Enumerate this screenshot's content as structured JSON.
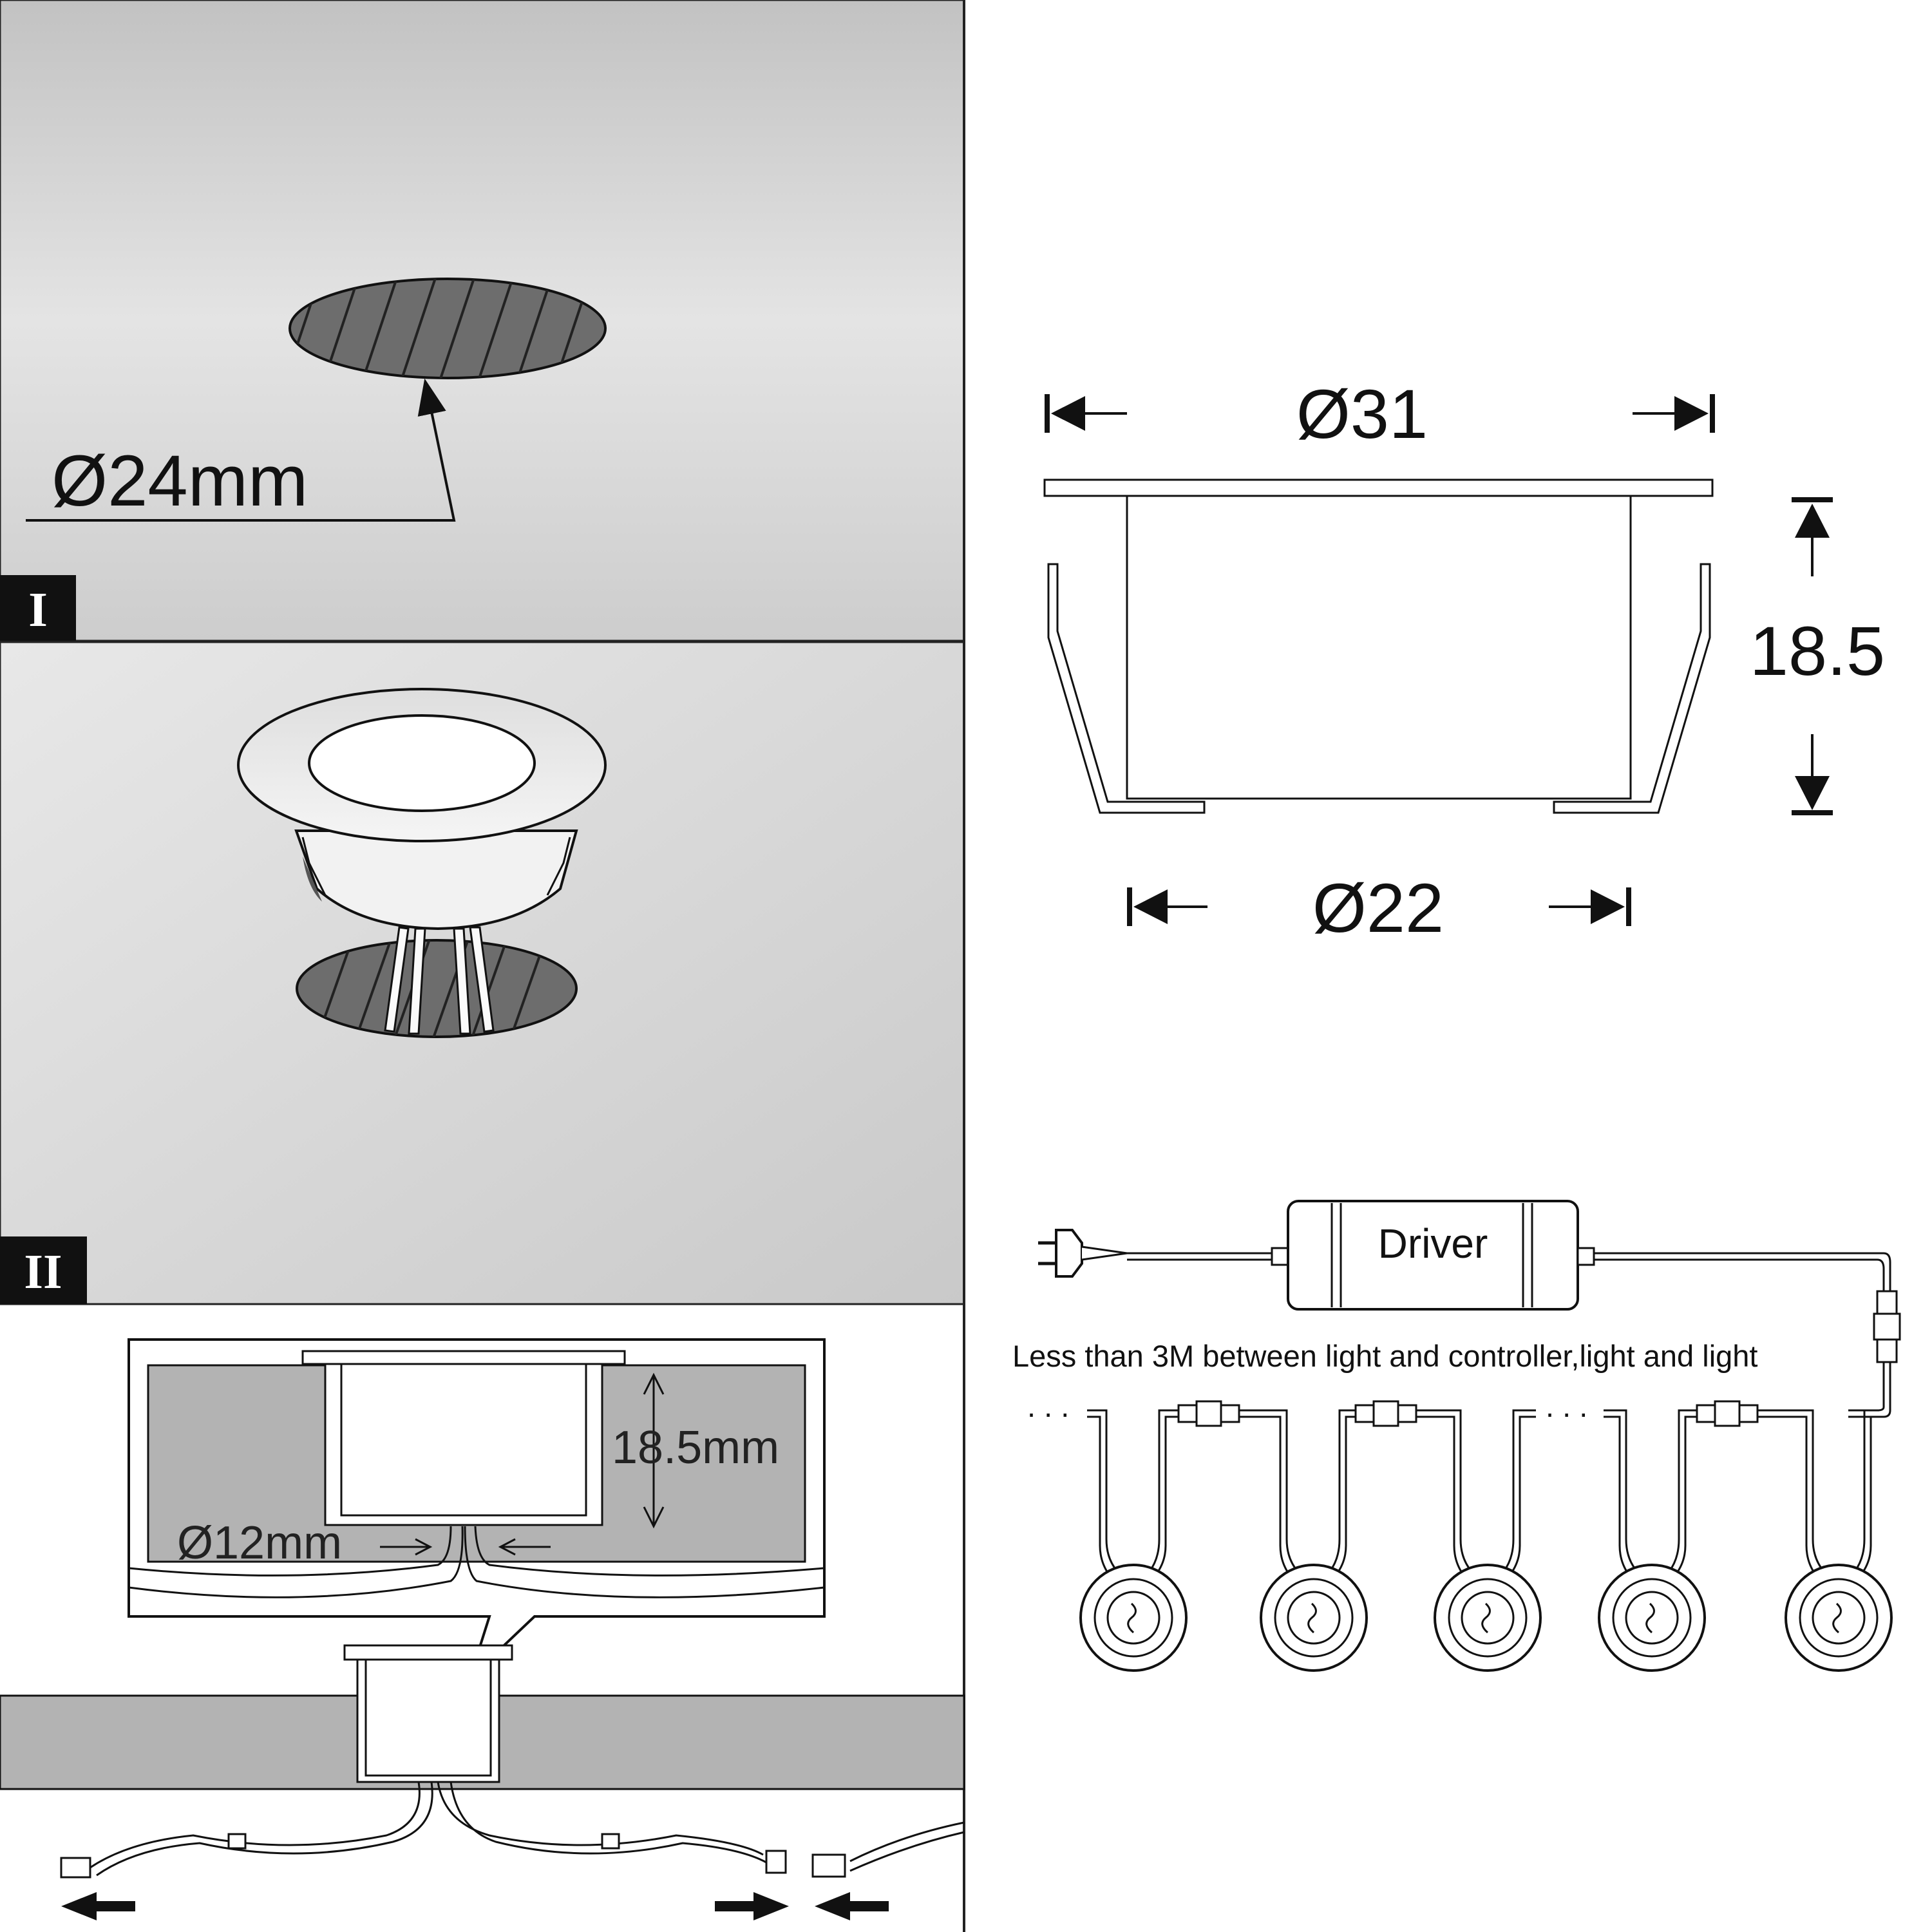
{
  "steps": {
    "one": "I",
    "two": "II"
  },
  "panel_one": {
    "hole_label": "Ø24mm"
  },
  "panel_three": {
    "height_label": "18.5mm",
    "cable_hole_label": "Ø12mm"
  },
  "dimension_drawing": {
    "top_diameter": "Ø31",
    "height": "18.5",
    "bottom_diameter": "Ø22"
  },
  "wiring_diagram": {
    "driver_label": "Driver",
    "note": "Less than 3M between light and controller,light and light"
  },
  "colors": {
    "surface_light": "#e9e9e9",
    "surface_dark": "#b3b3b3",
    "hole_fill": "#6d6d6d",
    "ink": "#111111"
  }
}
